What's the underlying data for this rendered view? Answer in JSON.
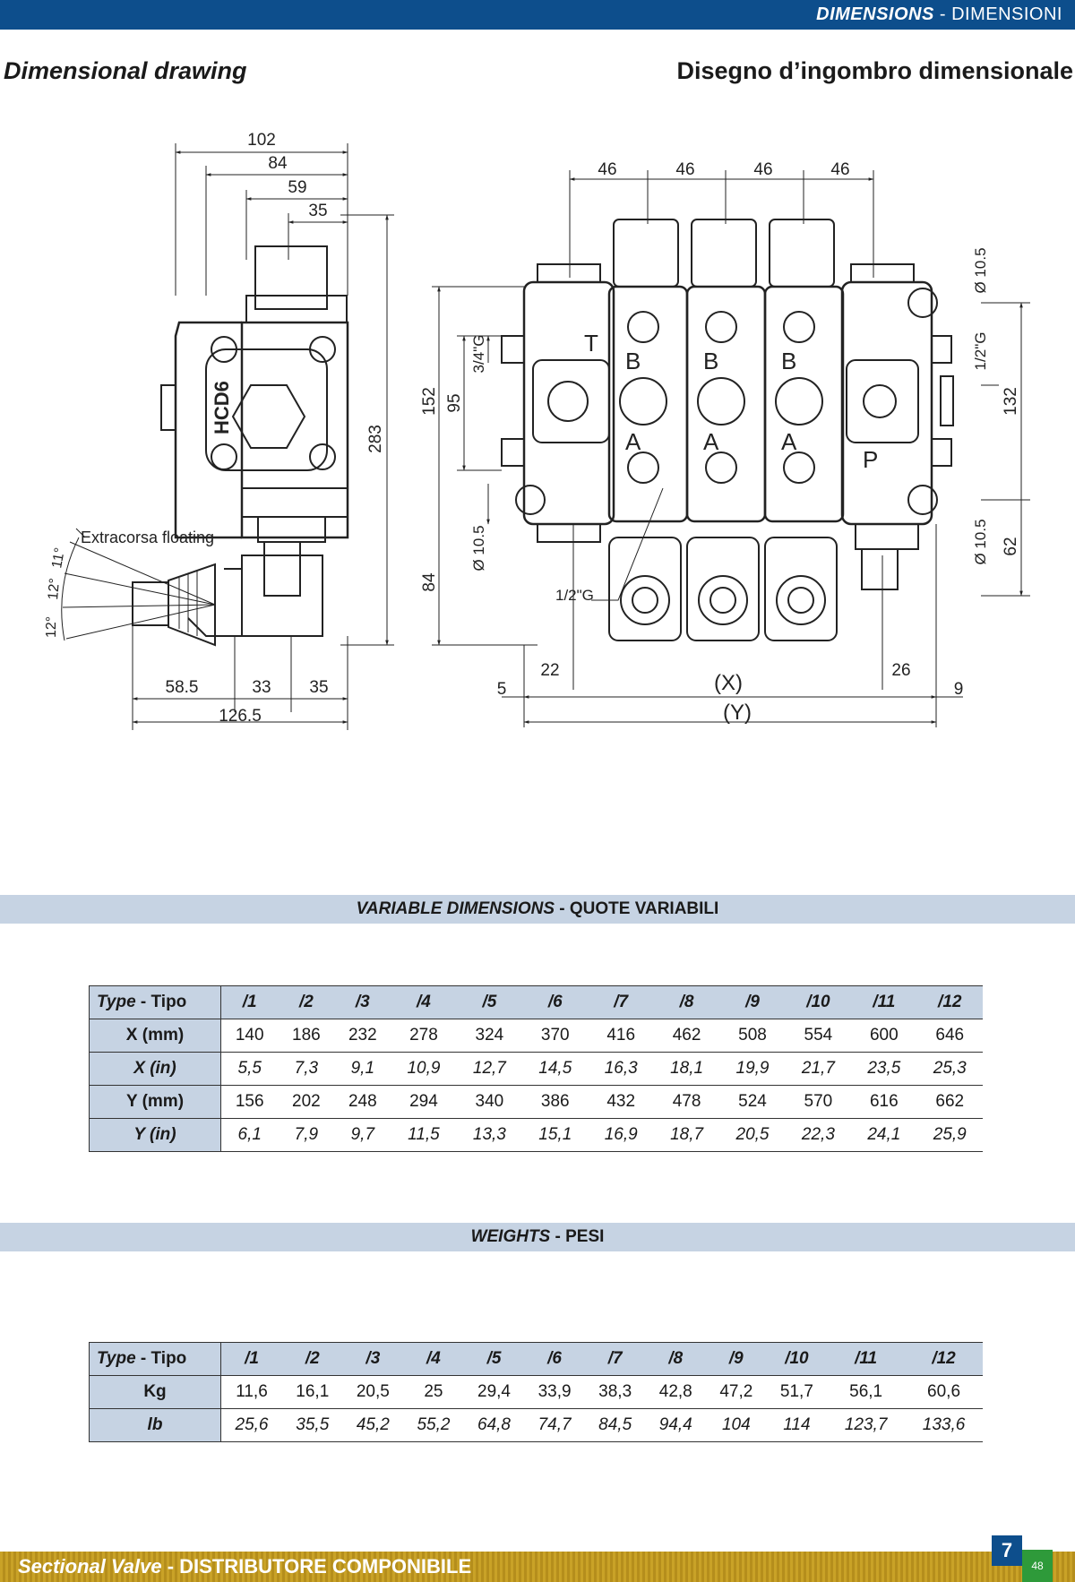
{
  "header": {
    "title_en": "DIMENSIONS",
    "title_sep": " - ",
    "title_it": "DIMENSIONI"
  },
  "section": {
    "left": "Dimensional drawing",
    "right": "Disegno d’ingombro dimensionale"
  },
  "drawing": {
    "side": {
      "dims_top": [
        "102",
        "84",
        "59",
        "35"
      ],
      "height": "283",
      "bottom": [
        "58.5",
        "33",
        "35"
      ],
      "overall": "126.5",
      "note": "Extracorsa floating",
      "angles": [
        "11°",
        "12°",
        "12°"
      ],
      "logo": "HCD6"
    },
    "front": {
      "pitch": [
        "46",
        "46",
        "46",
        "46"
      ],
      "left_dims": [
        "152",
        "95",
        "84"
      ],
      "port_left": "3/4\"G",
      "hole_left": "Ø 10.5",
      "port_bottom": "1/2\"G",
      "right_dims": [
        "132",
        "62"
      ],
      "hole_right_top": "Ø 10.5",
      "port_right": "1/2\"G",
      "hole_right_bottom": "Ø 10.5",
      "bottom": [
        "5",
        "22",
        "(X)",
        "(Y)",
        "26",
        "9"
      ],
      "labels": {
        "t": "T",
        "b": "B",
        "a": "A",
        "p": "P"
      }
    }
  },
  "variable": {
    "band_en": "VARIABLE DIMENSIONS",
    "band_sep": " - ",
    "band_it": "QUOTE VARIABILI",
    "head_en": "Type",
    "head_sep": " - ",
    "head_it": "Tipo",
    "types": [
      "/1",
      "/2",
      "/3",
      "/4",
      "/5",
      "/6",
      "/7",
      "/8",
      "/9",
      "/10",
      "/11",
      "/12"
    ],
    "rows": [
      {
        "label": "X (mm)",
        "values": [
          "140",
          "186",
          "232",
          "278",
          "324",
          "370",
          "416",
          "462",
          "508",
          "554",
          "600",
          "646"
        ]
      },
      {
        "label": "X (in)",
        "values": [
          "5,5",
          "7,3",
          "9,1",
          "10,9",
          "12,7",
          "14,5",
          "16,3",
          "18,1",
          "19,9",
          "21,7",
          "23,5",
          "25,3"
        ]
      },
      {
        "label": "Y (mm)",
        "values": [
          "156",
          "202",
          "248",
          "294",
          "340",
          "386",
          "432",
          "478",
          "524",
          "570",
          "616",
          "662"
        ]
      },
      {
        "label": "Y (in)",
        "values": [
          "6,1",
          "7,9",
          "9,7",
          "11,5",
          "13,3",
          "15,1",
          "16,9",
          "18,7",
          "20,5",
          "22,3",
          "24,1",
          "25,9"
        ]
      }
    ]
  },
  "weights": {
    "band_en": "WEIGHTS",
    "band_sep": " - ",
    "band_it": "PESI",
    "head_en": "Type",
    "head_sep": " - ",
    "head_it": "Tipo",
    "types": [
      "/1",
      "/2",
      "/3",
      "/4",
      "/5",
      "/6",
      "/7",
      "/8",
      "/9",
      "/10",
      "/11",
      "/12"
    ],
    "rows": [
      {
        "label": "Kg",
        "values": [
          "11,6",
          "16,1",
          "20,5",
          "25",
          "29,4",
          "33,9",
          "38,3",
          "42,8",
          "47,2",
          "51,7",
          "56,1",
          "60,6"
        ]
      },
      {
        "label": "lb",
        "values": [
          "25,6",
          "35,5",
          "45,2",
          "55,2",
          "64,8",
          "74,7",
          "84,5",
          "94,4",
          "104",
          "114",
          "123,7",
          "133,6"
        ]
      }
    ]
  },
  "footer": {
    "en": "Sectional Valve",
    "sep": " - ",
    "it": "DISTRIBUTORE COMPONIBILE",
    "page": "7",
    "page_alt": "48"
  }
}
